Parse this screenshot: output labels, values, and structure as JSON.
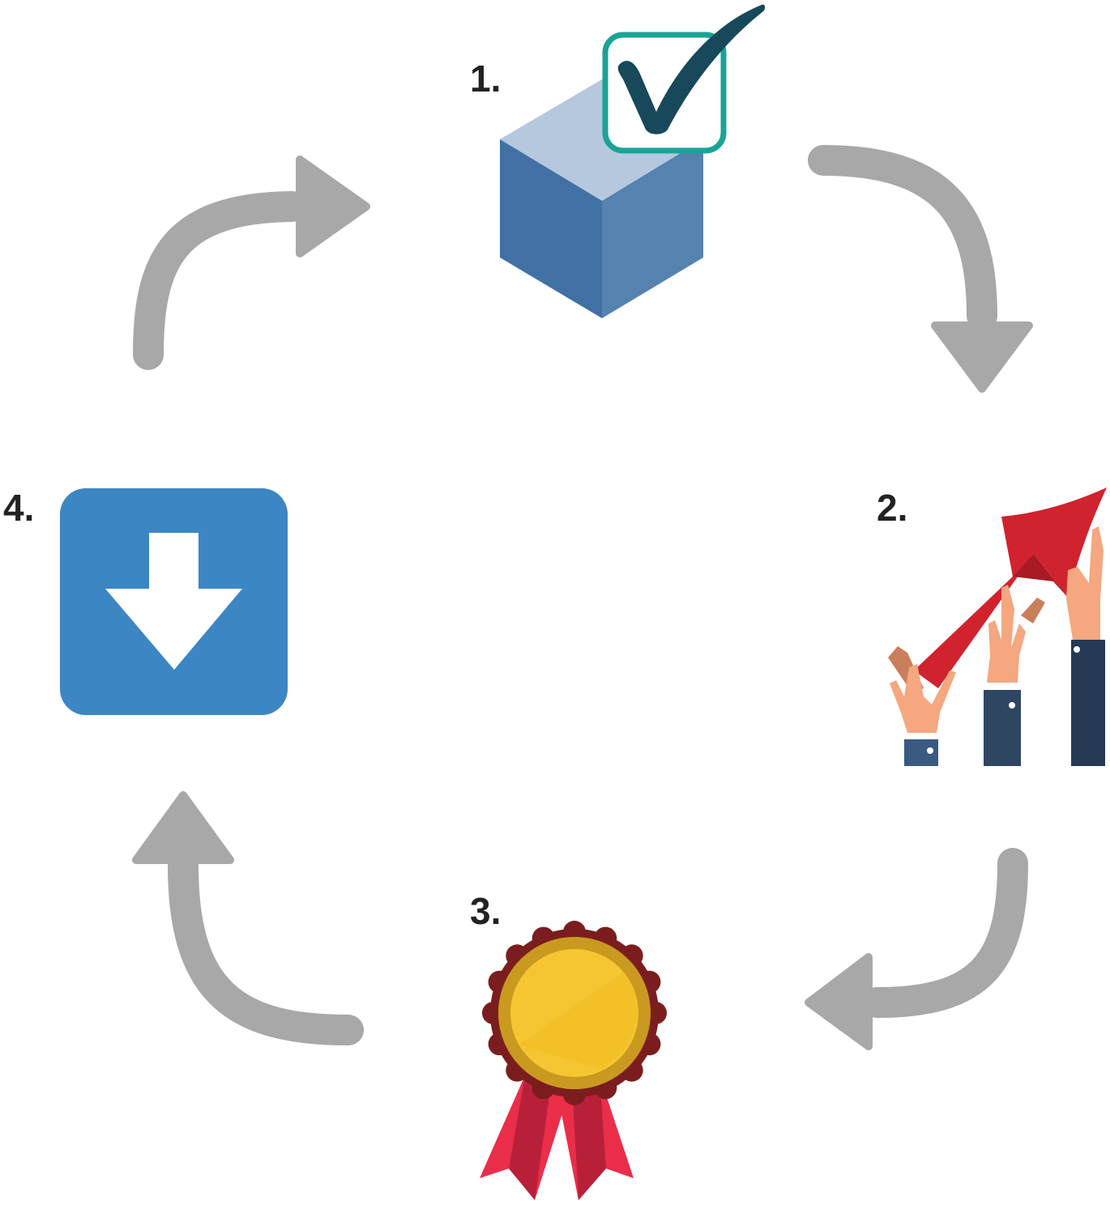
{
  "steps": [
    {
      "label": "1.",
      "icon": "cube-check-icon"
    },
    {
      "label": "2.",
      "icon": "growth-arrow-hands-icon"
    },
    {
      "label": "3.",
      "icon": "award-rosette-icon"
    },
    {
      "label": "4.",
      "icon": "download-box-icon"
    }
  ],
  "colors": {
    "arrow": "#A8A8A8",
    "cube_top": "#B5C8DE",
    "cube_left": "#4171A4",
    "cube_right": "#5682B0",
    "check_border": "#19A396",
    "check_mark": "#17495A",
    "download_box": "#3C86C3",
    "growth_arrow": "#D0232E",
    "skin": "#F5A77F",
    "sleeve_1": "#3A5A82",
    "sleeve_2": "#2F4663",
    "sleeve_3": "#263A55",
    "medal_gold": "#F6C532",
    "medal_rim": "#C99A1F",
    "medal_dark": "#7B1D1E",
    "ribbon": "#EA2E4A",
    "ribbon_dark": "#B8203A"
  }
}
